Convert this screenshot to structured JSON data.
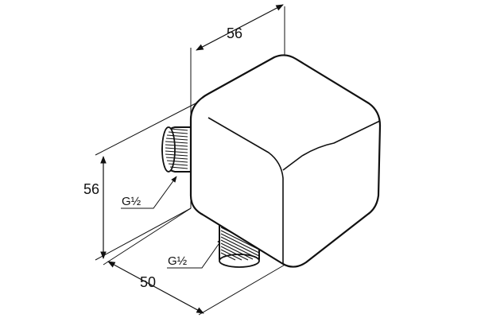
{
  "drawing": {
    "dimensions": {
      "depth": "56",
      "height": "56",
      "width": "50"
    },
    "threads": {
      "rear": "G½",
      "bottom": "G½"
    }
  }
}
